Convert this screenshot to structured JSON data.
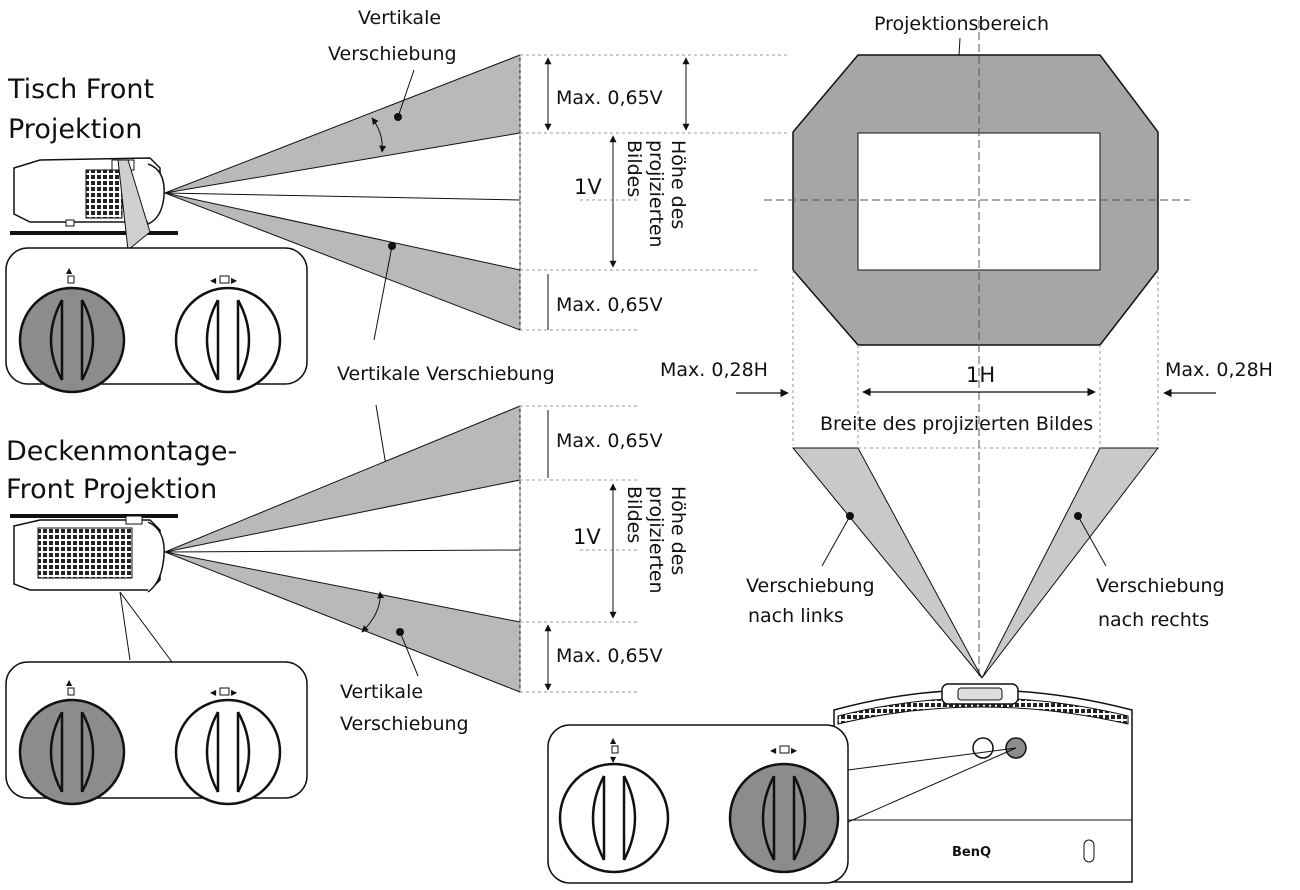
{
  "table_front": {
    "title_line1": "Tisch Front",
    "title_line2": "Projektion"
  },
  "ceiling_front": {
    "title_line1": "Deckenmontage-",
    "title_line2": "Front Projektion"
  },
  "labels": {
    "vertical_shift_line1": "Vertikale",
    "vertical_shift_line2": "Verschiebung",
    "vertical_shift_full": "Vertikale Verschiebung",
    "max_065v": "Max. 0,65V",
    "one_v": "1V",
    "height_line1": "Höhe des",
    "height_line2": "projizierten",
    "height_line3": "Bildes",
    "projection_area": "Projektionsbereich",
    "max_028h": "Max. 0,28H",
    "one_h": "1H",
    "width_caption": "Breite des projizierten Bildes",
    "shift_left_line1": "Verschiebung",
    "shift_left_line2": "nach links",
    "shift_right_line1": "Verschiebung",
    "shift_right_line2": "nach rechts",
    "brand": "BenQ"
  },
  "colors": {
    "beam": "#b8b8b8",
    "beam_light": "#cfcfcf",
    "area": "#a6a6a6",
    "knob_active": "#8c8c8c",
    "line": "#111111"
  }
}
